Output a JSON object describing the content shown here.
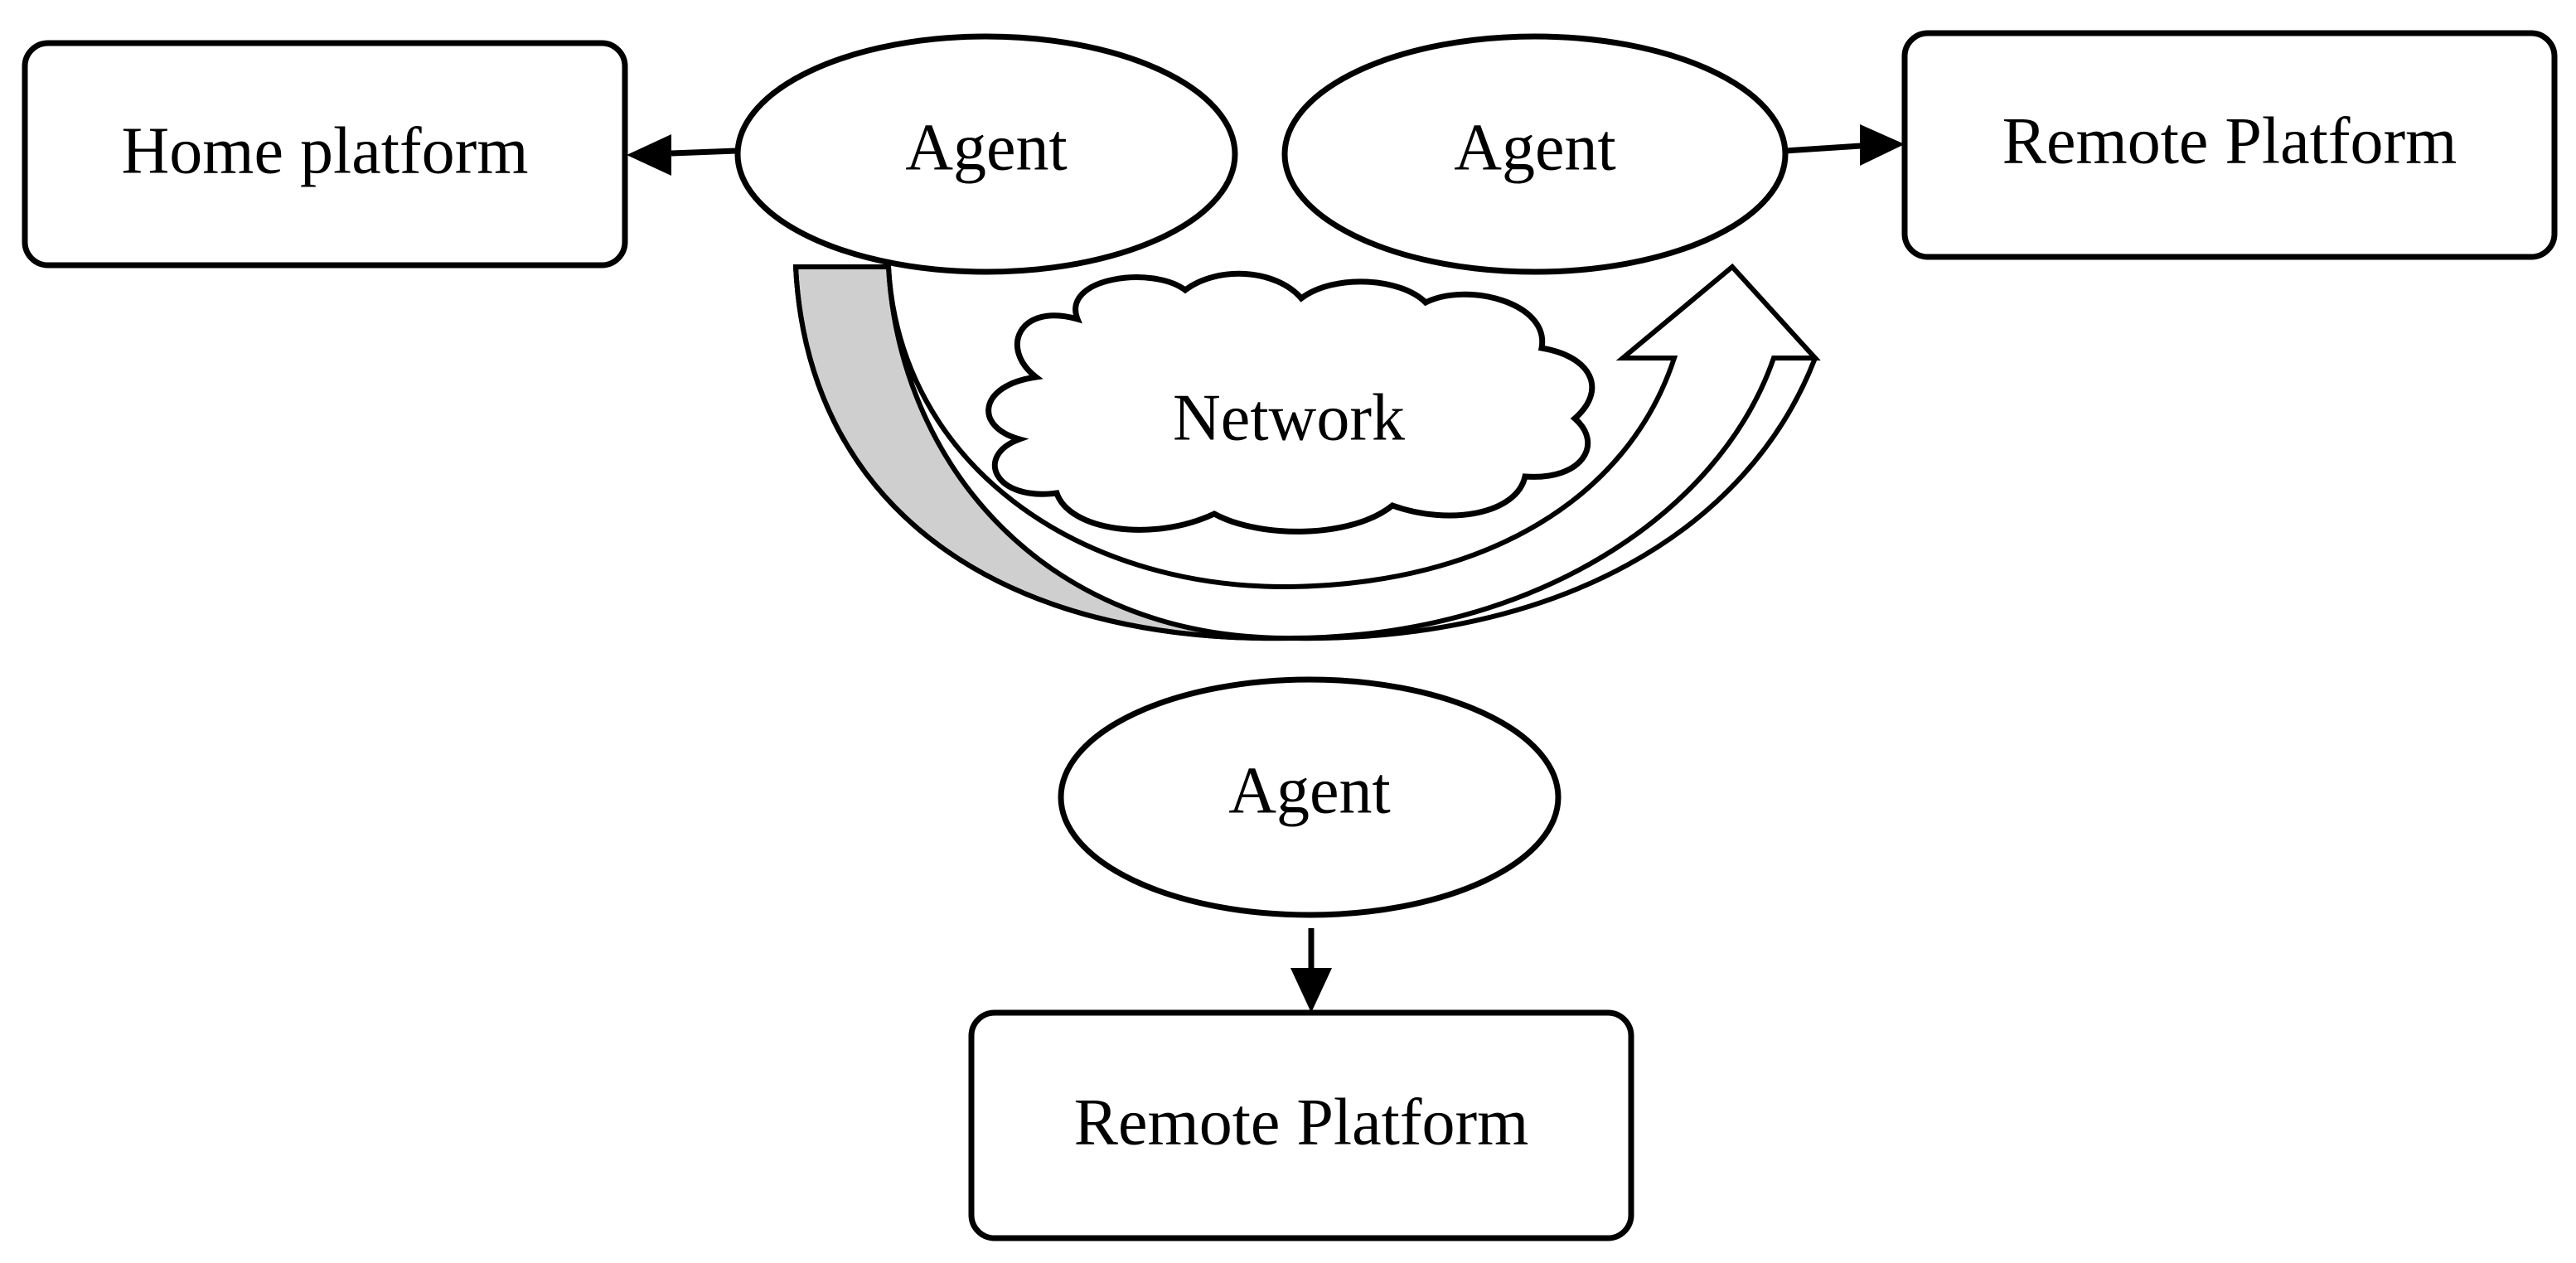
{
  "nodes": {
    "home_platform": "Home platform",
    "agent_home": "Agent",
    "agent_remote_right": "Agent",
    "remote_platform_right": "Remote Platform",
    "network": "Network",
    "agent_bottom": "Agent",
    "remote_platform_bottom": "Remote Platform"
  },
  "colors": {
    "migration_band_fill": "#cfcfcf",
    "outline": "#000000",
    "background": "#ffffff"
  }
}
